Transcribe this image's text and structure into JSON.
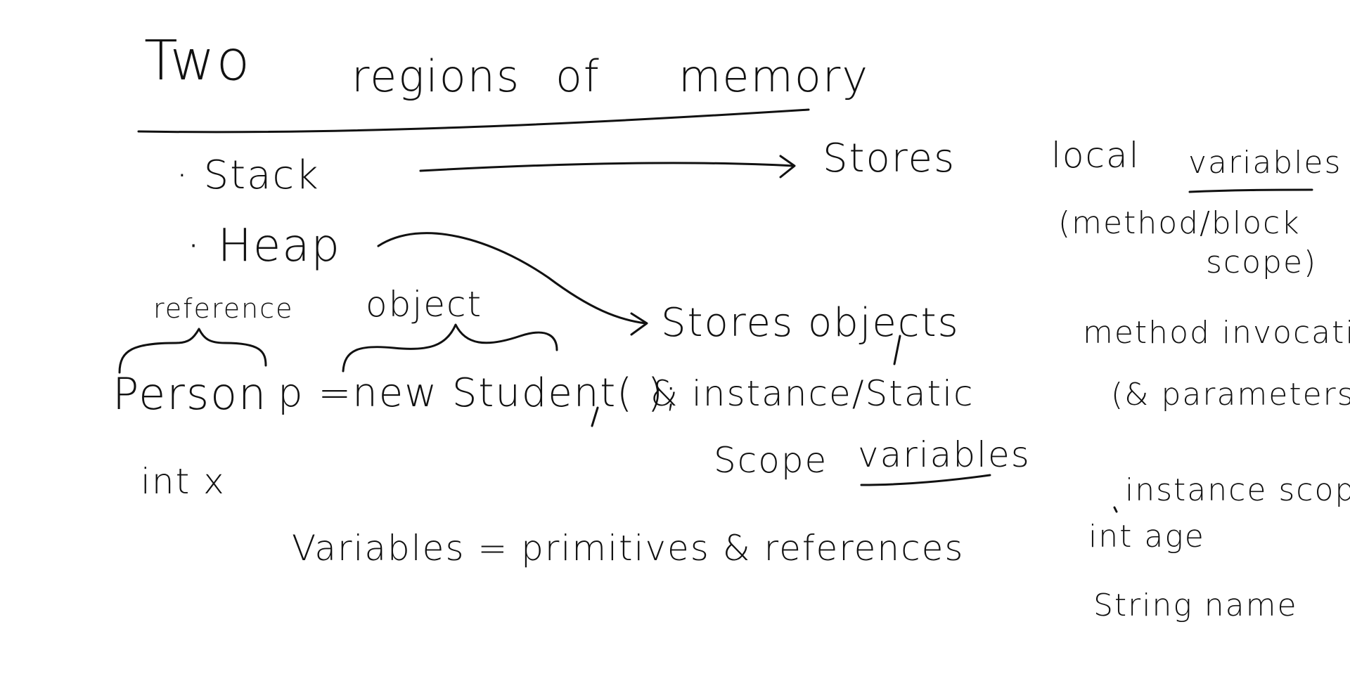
{
  "title": {
    "word1": "Two",
    "word2": "regions",
    "word3": "of",
    "word4": "memory"
  },
  "left": {
    "stack": "· Stack",
    "heap": "· Heap",
    "reference_label": "reference",
    "object_label": "object",
    "person_word": "Person",
    "code_rest": "p =new  Student( );",
    "int_x": "int  x",
    "variables_line": "Variables = primitives  &  references"
  },
  "middle": {
    "stores_stack": "Stores",
    "stores_heap": "Stores   objects",
    "instance_static": "& instance/Static",
    "scope_word": "Scope",
    "variables_word": "variables"
  },
  "right": {
    "local": "local",
    "variables": "variables",
    "method_block": "(method/block",
    "scope_close": "scope)",
    "method_invocations": "method  invocations",
    "params": "(& parameters)",
    "instance_scope": "instance scope",
    "int_age": "int   age",
    "string_name": "String   name"
  },
  "ink_color": "#111111"
}
